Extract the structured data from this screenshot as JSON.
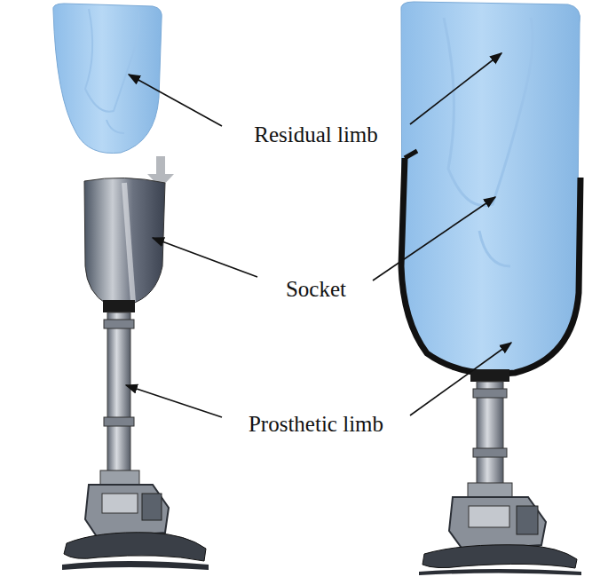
{
  "diagram": {
    "labels": [
      "Residual limb",
      "Socket",
      "Prosthetic limb"
    ]
  }
}
